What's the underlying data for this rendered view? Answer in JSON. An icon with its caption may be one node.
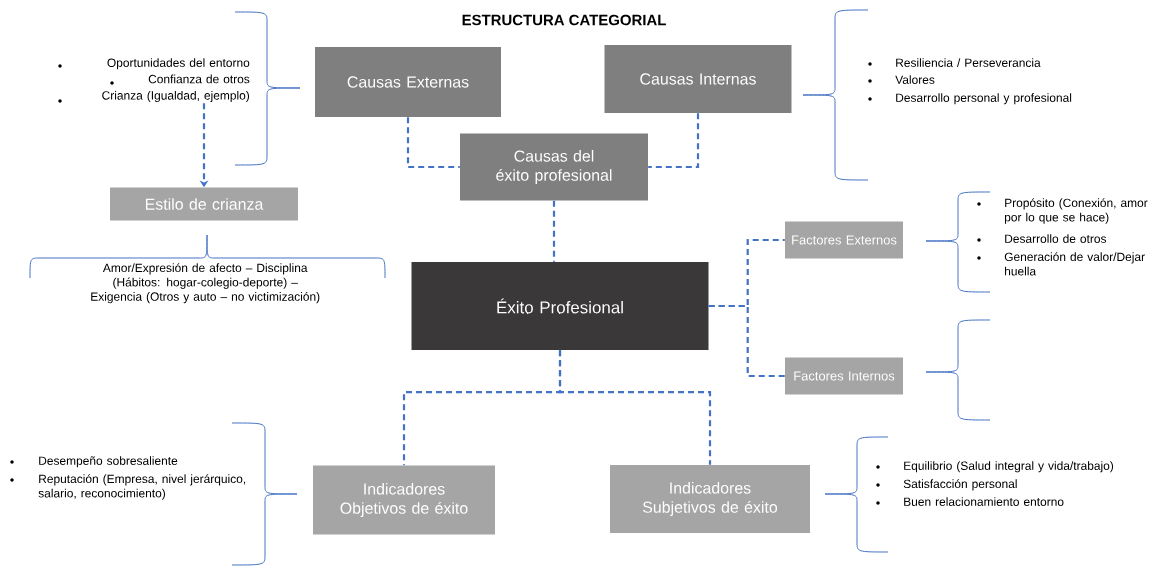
{
  "diagram": {
    "title": "ESTRUCTURA CATEGORIAL",
    "nodes": [
      {
        "text": [
          "Causas Externas"
        ]
      },
      {
        "text": [
          "Causas Internas"
        ]
      },
      {
        "text": [
          "Causas del éxito profesional"
        ]
      },
      {
        "text": [
          "Estilo de crianza"
        ]
      },
      {
        "text": [
          "Éxito Profesional"
        ]
      },
      {
        "text": [
          "Factores Externos"
        ]
      },
      {
        "text": [
          "Factores Internos"
        ]
      },
      {
        "text": [
          "Indicadores Objetivos de éxito"
        ]
      },
      {
        "text": [
          "Indicadores Subjetivos de éxito"
        ]
      },
      {
        "text": [
          "Oportunidades del entorno",
          "Confianza de otros",
          "Crianza (Igualdad, ejemplo)"
        ]
      }
    ],
    "edges": [
      {
        "from": 0,
        "to": 2,
        "arrow": "none",
        "style": "dashed"
      },
      {
        "from": 1,
        "to": 2,
        "arrow": "none",
        "style": "dashed"
      },
      {
        "from": 2,
        "to": 4,
        "arrow": "none",
        "style": "dashed"
      },
      {
        "from": 4,
        "to": 5,
        "arrow": "none",
        "style": "dashed"
      },
      {
        "from": 4,
        "to": 6,
        "arrow": "none",
        "style": "dashed"
      },
      {
        "from": 4,
        "to": 7,
        "arrow": "none",
        "style": "dashed"
      },
      {
        "from": 4,
        "to": 8,
        "arrow": "none",
        "style": "dashed"
      },
      {
        "from": 9,
        "to": 3,
        "arrow": "to",
        "style": "dashed"
      }
    ],
    "labels": [
      "Resiliencia / Perseverancia",
      "Valores",
      "Desarrollo personal y profesional",
      "Amor/Expresión de afecto – Disciplina (Hábitos: hogar-colegio-deporte) – Exigencia (Otros y auto – no victimización)",
      "Propósito (Conexión, amor por lo que se hace)",
      "Desarrollo de otros",
      "Generación de valor/Dejar huella",
      "Desempeño sobresaliente",
      "Reputación (Empresa, nivel jerárquico, salario, reconocimiento)",
      "Equilibrio (Salud integral y vida/trabajo)",
      "Satisfacción personal",
      "Buen relacionamiento entorno"
    ]
  }
}
